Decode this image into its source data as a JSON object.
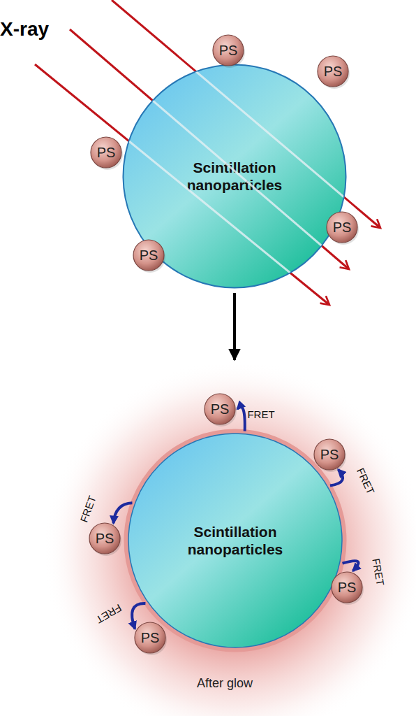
{
  "diagram": {
    "nodes": [
      {
        "text": [
          "Scintillation nanoparticles"
        ]
      },
      {
        "text": [
          "PS"
        ]
      },
      {
        "text": [
          "PS"
        ]
      },
      {
        "text": [
          "PS"
        ]
      },
      {
        "text": [
          "PS"
        ]
      },
      {
        "text": [
          "PS"
        ]
      },
      {
        "text": [
          "After glow"
        ]
      },
      {
        "text": [
          "Scintillation nanoparticles"
        ],
        "in": 6
      },
      {
        "text": [
          "PS"
        ],
        "in": 6
      },
      {
        "text": [
          "PS"
        ],
        "in": 6
      },
      {
        "text": [
          "PS"
        ],
        "in": 6
      },
      {
        "text": [
          "PS"
        ],
        "in": 6
      },
      {
        "text": [
          "PS"
        ],
        "in": 6
      }
    ],
    "edges": [
      {
        "from": 0,
        "to": 6,
        "arrow": "to"
      },
      {
        "from": 7,
        "to": 8,
        "label": "FRET",
        "arrow": "to"
      },
      {
        "from": 7,
        "to": 9,
        "label": "FRET",
        "arrow": "to"
      },
      {
        "from": 7,
        "to": 10,
        "label": "FRET",
        "arrow": "to"
      },
      {
        "from": 7,
        "to": 11,
        "label": "FRET",
        "arrow": "to"
      },
      {
        "from": 7,
        "to": 12,
        "label": "FRET",
        "arrow": "to"
      }
    ],
    "labels": [
      "X-ray"
    ]
  }
}
